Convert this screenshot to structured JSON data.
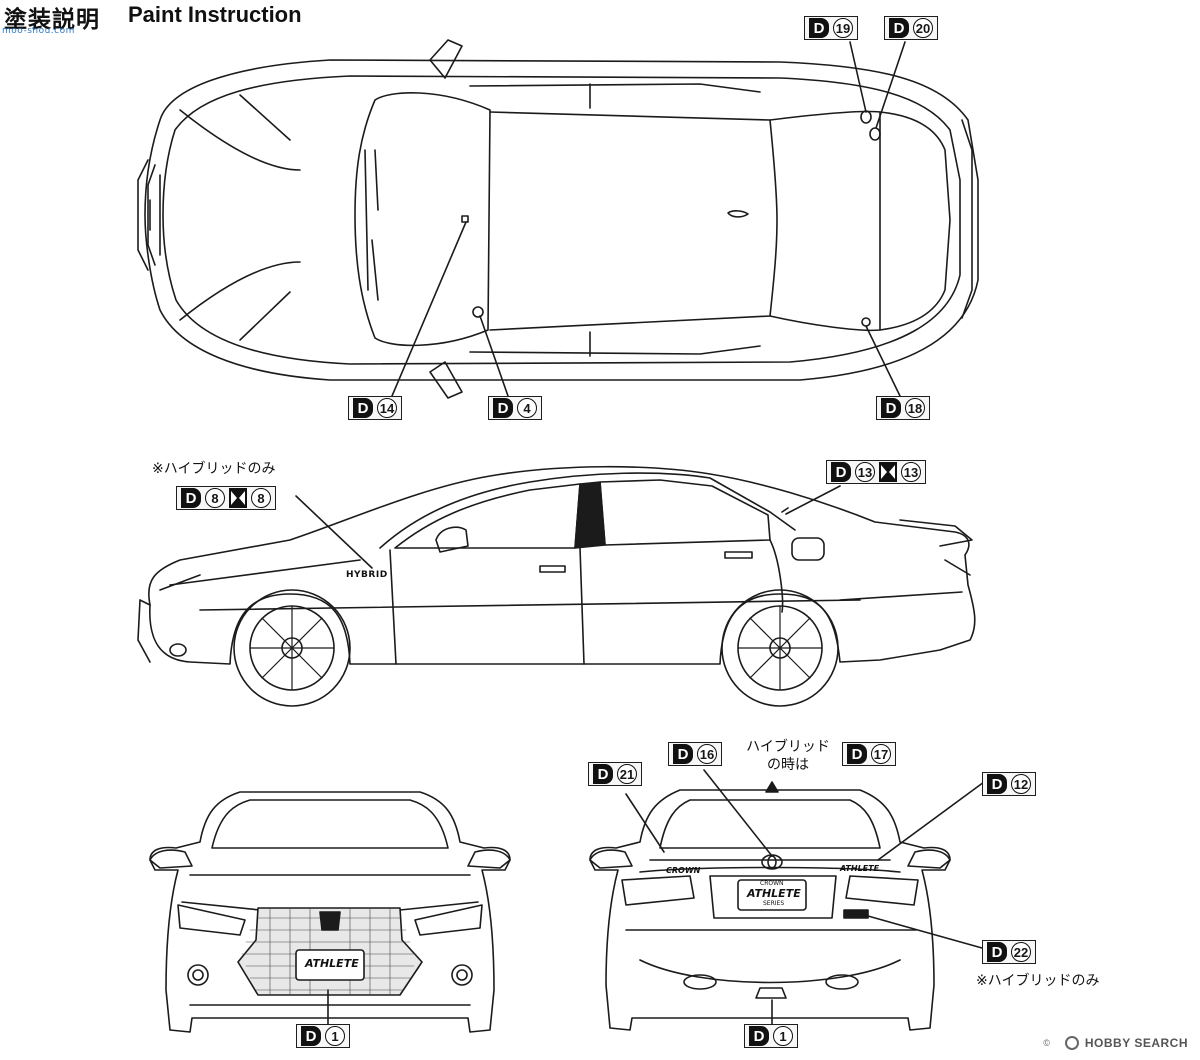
{
  "header": {
    "title_jp": "塗装説明",
    "title_en": "Paint Instruction",
    "watermark": "moo-shou.com"
  },
  "callouts": {
    "c19": {
      "num": "19"
    },
    "c20": {
      "num": "20"
    },
    "c14": {
      "num": "14"
    },
    "c4": {
      "num": "4"
    },
    "c18": {
      "num": "18"
    },
    "c8": {
      "num": "8",
      "num2": "8"
    },
    "c13": {
      "num": "13",
      "num2": "13"
    },
    "c16": {
      "num": "16"
    },
    "c17": {
      "num": "17"
    },
    "c21": {
      "num": "21"
    },
    "c12": {
      "num": "12"
    },
    "c22": {
      "num": "22"
    },
    "c1a": {
      "num": "1"
    },
    "c1b": {
      "num": "1"
    }
  },
  "notes": {
    "hybrid_only_1": "※ハイブリッドのみ",
    "hybrid_when_1": "ハイブリッド",
    "hybrid_when_2": "の時は",
    "hybrid_only_2": "※ハイブリッドのみ"
  },
  "decal_text": {
    "hybrid_badge": "HYBRID",
    "crown": "CROWN",
    "athlete": "ATHLETE",
    "plate_top": "CROWN",
    "plate_main": "ATHLETE",
    "plate_sub": "SERIES"
  },
  "footer": {
    "copyright": "©",
    "logo": "HOBBY SEARCH"
  },
  "icons": {
    "decal_D": "decal-d-icon",
    "decal_X": "decal-x-icon"
  }
}
